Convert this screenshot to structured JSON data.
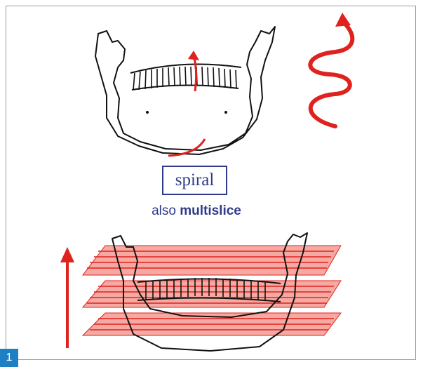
{
  "label": {
    "box_text": "spiral",
    "also_prefix": "also",
    "also_bold": "multislice"
  },
  "figure_number": "1",
  "colors": {
    "accent_red": "#e0221e",
    "label_blue": "#2f3b8a",
    "badge_blue": "#1f7fc3",
    "outline": "#111111"
  },
  "icons": [
    "spiral-arrow-icon",
    "up-arrow-icon",
    "curved-arrow-icon"
  ]
}
